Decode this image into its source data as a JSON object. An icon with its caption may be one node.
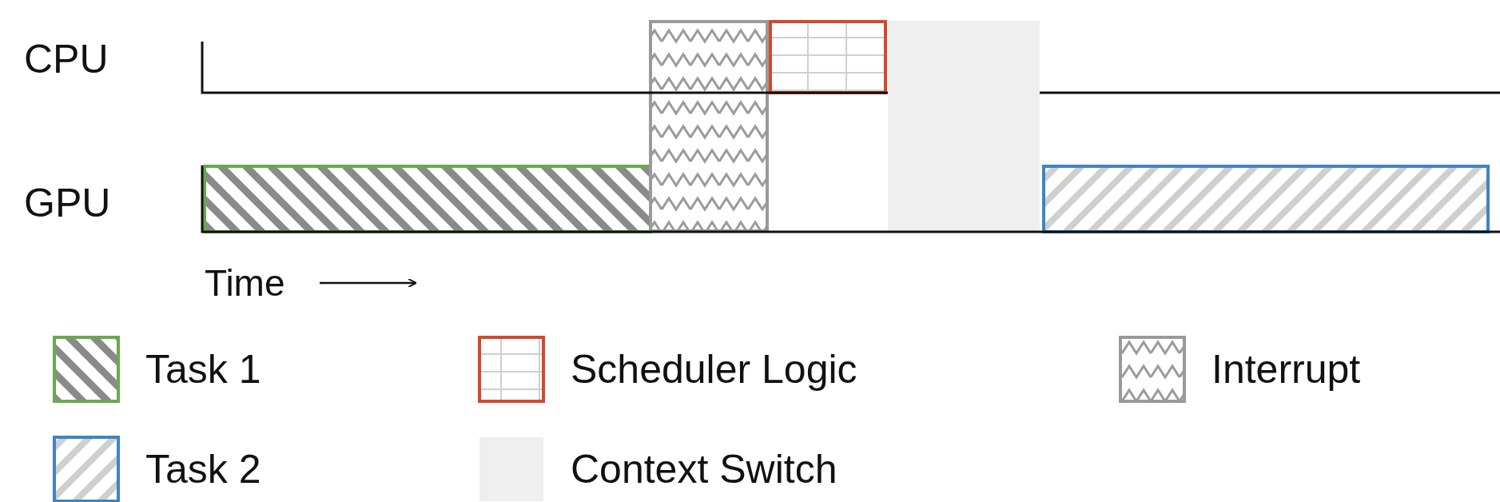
{
  "diagram": {
    "nodes": [
      {
        "text": [],
        "shape": "bar"
      },
      {
        "text": [],
        "shape": "bar"
      },
      {
        "text": [],
        "shape": "bar"
      },
      {
        "text": [],
        "shape": "bar"
      },
      {
        "text": [],
        "shape": "bar"
      }
    ],
    "labels": [
      "CPU",
      "GPU",
      "Time"
    ],
    "legend": [
      {
        "text": "Task 1"
      },
      {
        "text": "Scheduler Logic"
      },
      {
        "text": "Interrupt"
      },
      {
        "text": "Task 2"
      },
      {
        "text": "Context Switch",
        "color": "#efefef"
      }
    ]
  }
}
